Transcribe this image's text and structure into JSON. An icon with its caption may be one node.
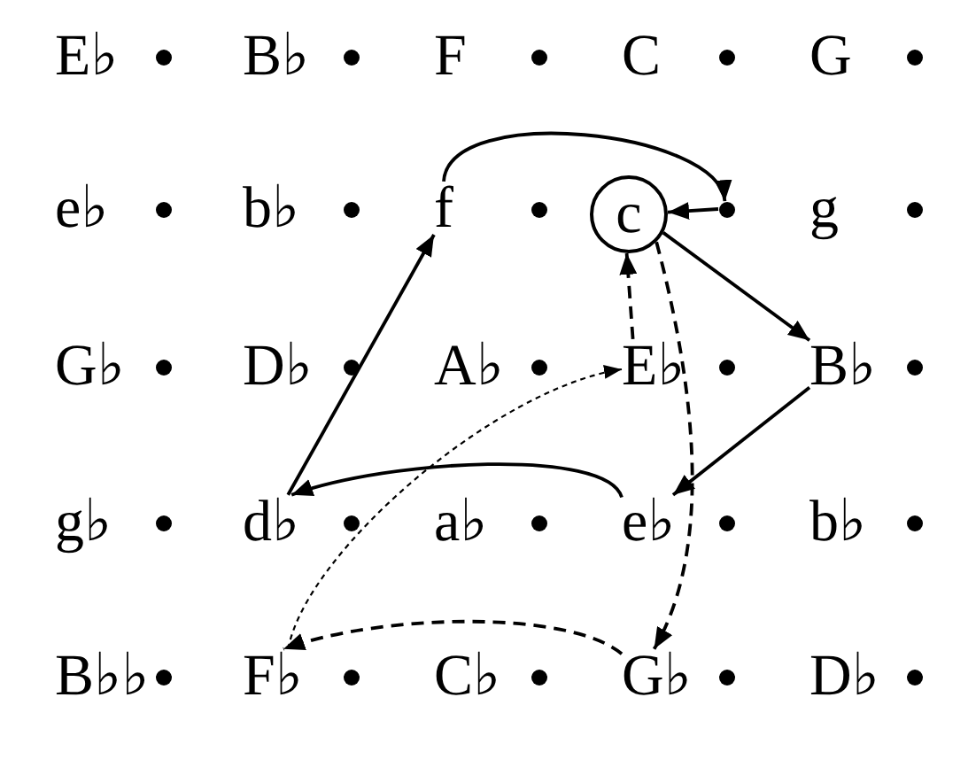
{
  "diagram": {
    "nodes": [
      {
        "text": [
          "E♭"
        ]
      },
      {
        "text": [
          "B♭"
        ]
      },
      {
        "text": [
          "F"
        ]
      },
      {
        "text": [
          "C"
        ]
      },
      {
        "text": [
          "G"
        ]
      },
      {
        "text": [
          "e♭"
        ]
      },
      {
        "text": [
          "b♭"
        ]
      },
      {
        "text": [
          "f"
        ]
      },
      {
        "text": [
          "c"
        ]
      },
      {
        "text": [],
        "shape": "circle"
      },
      {
        "text": [
          "g"
        ]
      },
      {
        "text": [
          "G♭"
        ]
      },
      {
        "text": [
          "D♭"
        ]
      },
      {
        "text": [
          "A♭"
        ]
      },
      {
        "text": [
          "E♭"
        ]
      },
      {
        "text": [
          "B♭"
        ]
      },
      {
        "text": [
          "g♭"
        ]
      },
      {
        "text": [
          "d♭"
        ]
      },
      {
        "text": [
          "a♭"
        ]
      },
      {
        "text": [
          "e♭"
        ]
      },
      {
        "text": [
          "b♭"
        ]
      },
      {
        "text": [
          "B♭♭"
        ]
      },
      {
        "text": [
          "F♭"
        ]
      },
      {
        "text": [
          "C♭"
        ]
      },
      {
        "text": [
          "G♭"
        ]
      },
      {
        "text": [
          "D♭"
        ]
      }
    ],
    "edges": [
      {
        "from": 7,
        "to": 9,
        "arrow": "to"
      },
      {
        "from": 9,
        "to": 8,
        "arrow": "to"
      },
      {
        "from": 8,
        "to": 15,
        "arrow": "to"
      },
      {
        "from": 15,
        "to": 19,
        "arrow": "to"
      },
      {
        "from": 19,
        "to": 17,
        "arrow": "to"
      },
      {
        "from": 17,
        "to": 7,
        "arrow": "to"
      },
      {
        "from": 14,
        "to": 8,
        "arrow": "to",
        "style": "dashed"
      },
      {
        "from": 8,
        "to": 24,
        "arrow": "to",
        "style": "dashed"
      },
      {
        "from": 24,
        "to": 22,
        "arrow": "to",
        "style": "dashed"
      },
      {
        "from": 22,
        "to": 14,
        "arrow": "to",
        "style": "dashed"
      }
    ]
  }
}
